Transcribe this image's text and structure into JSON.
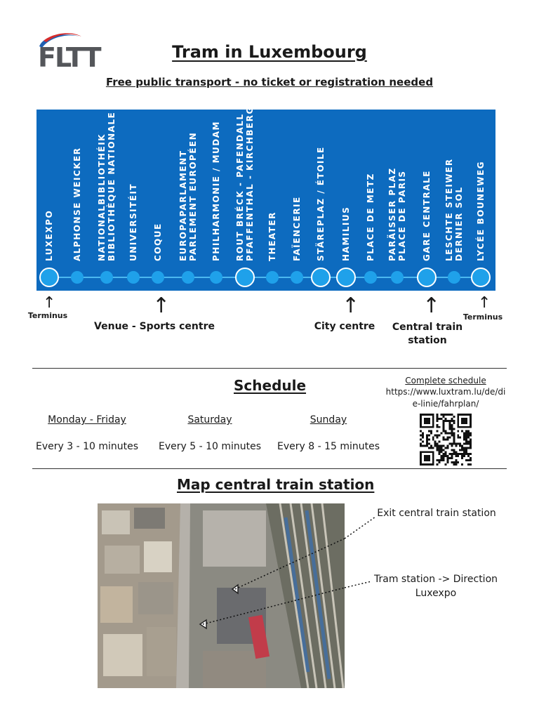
{
  "logo": {
    "text": "FLTT"
  },
  "title": "Tram in Luxembourg",
  "subtitle": "Free public transport - no ticket or registration needed",
  "colors": {
    "board": "#0d6bbf",
    "dot": "#1fa1ea",
    "track": "#4bb8f0",
    "text": "#1a1a1a"
  },
  "tram_line": {
    "stops": [
      {
        "label": "LUXEXPO",
        "major": true
      },
      {
        "label": "ALPHONSE WEICKER",
        "major": false
      },
      {
        "label": "NATIONALBIBLIOTHÉIK",
        "label2": "BIBLIOTHÈQUE NATIONALE",
        "major": false
      },
      {
        "label": "UNIVERSITÉIT",
        "major": false
      },
      {
        "label": "COQUE",
        "major": false
      },
      {
        "label": "EUROPAPARLAMENT",
        "label2": "PARLEMENT EUROPÉEN",
        "major": false
      },
      {
        "label": "PHILHARMONIE / MUDAM",
        "major": false
      },
      {
        "label": "ROUT BRÉCK - PAFENDALL",
        "label2": "PFAFFENTHAL - KIRCHBERG",
        "major": true
      },
      {
        "label": "THEATER",
        "major": false
      },
      {
        "label": "FAÏENCERIE",
        "major": false
      },
      {
        "label": "STÄREPLAZ / ÉTOILE",
        "major": true
      },
      {
        "label": "HAMILIUS",
        "major": true
      },
      {
        "label": "PLACE DE METZ",
        "major": false
      },
      {
        "label": "PARÄISSER PLAZ",
        "label2": "PLACE DE PARIS",
        "major": false
      },
      {
        "label": "GARE CENTRALE",
        "major": true
      },
      {
        "label": "LESCHTE STEIWER",
        "label2": "DERNIER SOL",
        "major": false
      },
      {
        "label": "LYCÉE BOUNEWEG",
        "major": true
      }
    ],
    "annotations": {
      "terminus_left": "Terminus",
      "venue": "Venue - Sports centre",
      "city_centre": "City centre",
      "central_station": "Central train station",
      "terminus_right": "Terminus",
      "arrow": "↑"
    }
  },
  "schedule": {
    "title": "Schedule",
    "link_label": "Complete schedule",
    "link_url": "https://www.luxtram.lu/de/die-linie/fahrplan/",
    "days": [
      {
        "day": "Monday - Friday",
        "frequency": "Every 3 - 10 minutes"
      },
      {
        "day": "Saturday",
        "frequency": "Every 5 - 10 minutes"
      },
      {
        "day": "Sunday",
        "frequency": "Every 8 - 15 minutes"
      }
    ]
  },
  "map_section": {
    "title": "Map central train station",
    "exit_note": "Exit central train station",
    "tram_note": "Tram station -> Direction Luxexpo"
  }
}
